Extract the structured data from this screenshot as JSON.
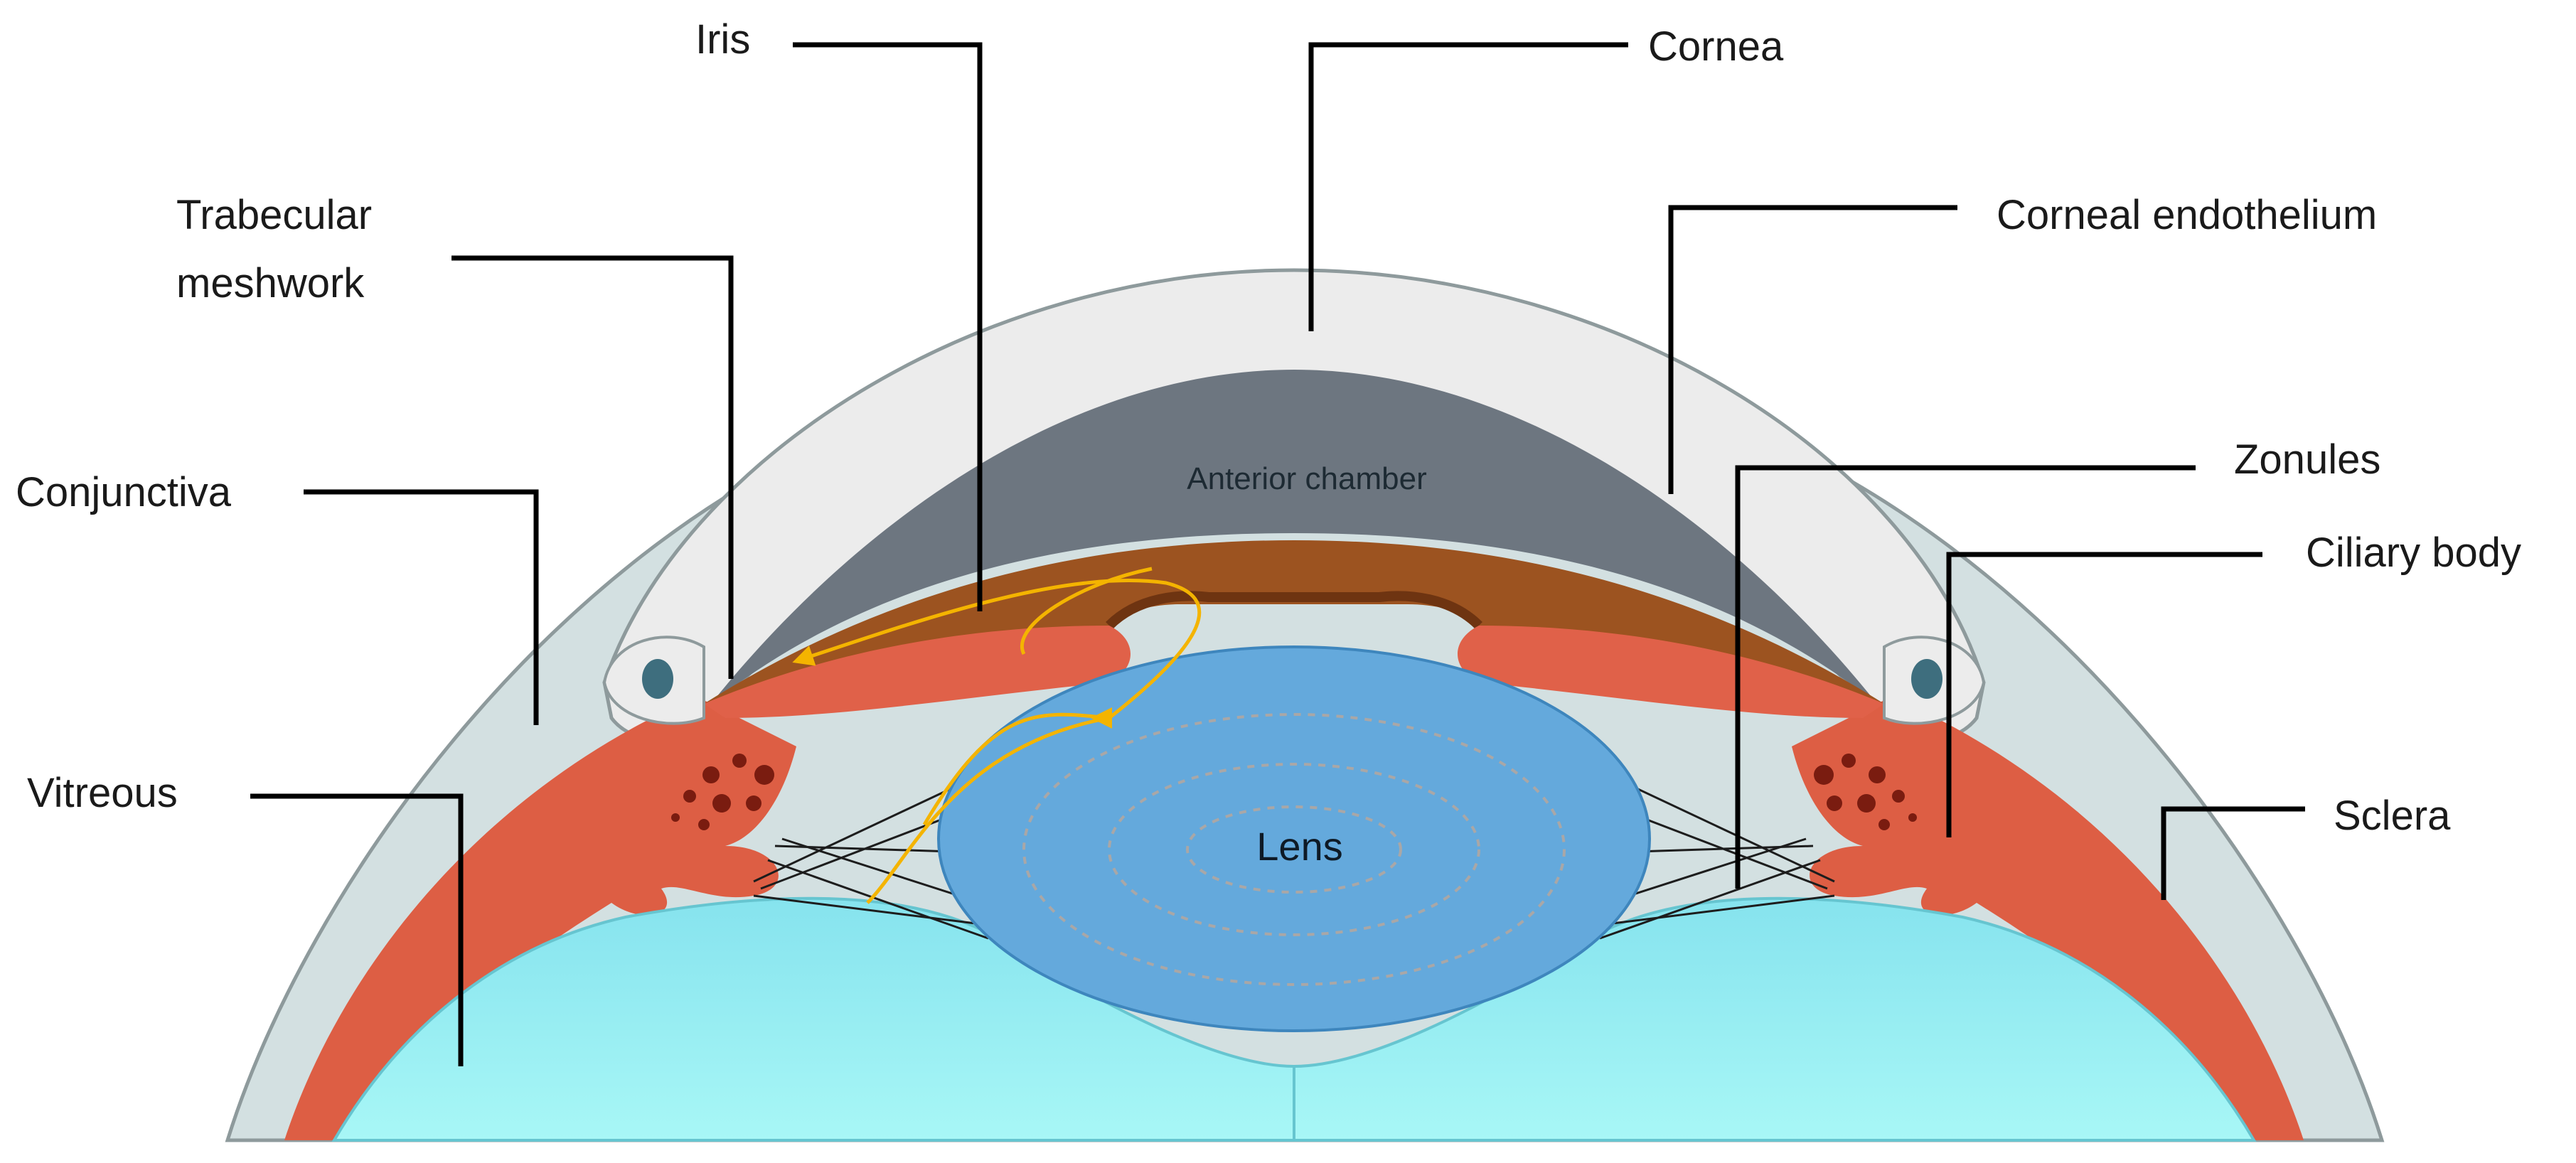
{
  "labels": {
    "iris": "Iris",
    "cornea": "Cornea",
    "trabecular_line1": "Trabecular",
    "trabecular_line2": "meshwork",
    "corneal_endothelium": "Corneal endothelium",
    "conjunctiva": "Conjunctiva",
    "zonules": "Zonules",
    "ciliary_body": "Ciliary body",
    "vitreous": "Vitreous",
    "sclera": "Sclera",
    "anterior_chamber": "Anterior chamber",
    "lens": "Lens"
  },
  "colors": {
    "sclera": "#d3e0e1",
    "cornea": "#ececec",
    "anterior_chamber": "#6d7680",
    "iris": "#9c5320",
    "ciliary_body": "#dd5e44",
    "lens": "#64a9dc",
    "vitreous": "#a2f4f5",
    "aqueous_flow": "#f4b400",
    "leader_line": "#000000"
  }
}
